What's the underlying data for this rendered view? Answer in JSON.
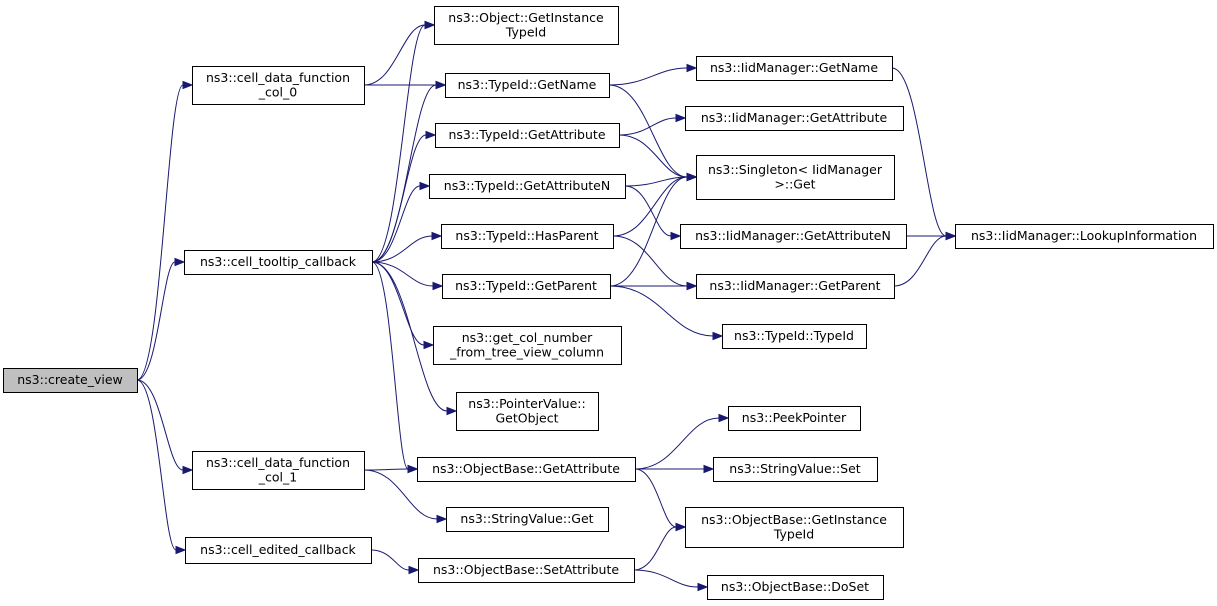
{
  "diagram": {
    "type": "call-graph",
    "edge_color": "#191970",
    "root_fill": "#bfbfbf",
    "nodes": [
      {
        "id": "create_view",
        "lines": [
          "ns3::create_view"
        ],
        "root": true
      },
      {
        "id": "col0",
        "lines": [
          "ns3::cell_data_function",
          "_col_0"
        ]
      },
      {
        "id": "tooltip",
        "lines": [
          "ns3::cell_tooltip_callback"
        ]
      },
      {
        "id": "col1",
        "lines": [
          "ns3::cell_data_function",
          "_col_1"
        ]
      },
      {
        "id": "edited",
        "lines": [
          "ns3::cell_edited_callback"
        ]
      },
      {
        "id": "obj_getinst",
        "lines": [
          "ns3::Object::GetInstance",
          "TypeId"
        ]
      },
      {
        "id": "tid_getname",
        "lines": [
          "ns3::TypeId::GetName"
        ]
      },
      {
        "id": "tid_getattr",
        "lines": [
          "ns3::TypeId::GetAttribute"
        ]
      },
      {
        "id": "tid_getattrn",
        "lines": [
          "ns3::TypeId::GetAttributeN"
        ]
      },
      {
        "id": "tid_hasparent",
        "lines": [
          "ns3::TypeId::HasParent"
        ]
      },
      {
        "id": "tid_getparent",
        "lines": [
          "ns3::TypeId::GetParent"
        ]
      },
      {
        "id": "getcolnum",
        "lines": [
          "ns3::get_col_number",
          "_from_tree_view_column"
        ]
      },
      {
        "id": "pv_getobj",
        "lines": [
          "ns3::PointerValue::",
          "GetObject"
        ]
      },
      {
        "id": "ob_getattr",
        "lines": [
          "ns3::ObjectBase::GetAttribute"
        ]
      },
      {
        "id": "sv_get",
        "lines": [
          "ns3::StringValue::Get"
        ]
      },
      {
        "id": "ob_setattr",
        "lines": [
          "ns3::ObjectBase::SetAttribute"
        ]
      },
      {
        "id": "iid_getname",
        "lines": [
          "ns3::IidManager::GetName"
        ]
      },
      {
        "id": "iid_getattr",
        "lines": [
          "ns3::IidManager::GetAttribute"
        ]
      },
      {
        "id": "singleton",
        "lines": [
          "ns3::Singleton< IidManager",
          ">::Get"
        ]
      },
      {
        "id": "iid_getattrn",
        "lines": [
          "ns3::IidManager::GetAttributeN"
        ]
      },
      {
        "id": "iid_getparent",
        "lines": [
          "ns3::IidManager::GetParent"
        ]
      },
      {
        "id": "tid_typeid",
        "lines": [
          "ns3::TypeId::TypeId"
        ]
      },
      {
        "id": "peekpointer",
        "lines": [
          "ns3::PeekPointer"
        ]
      },
      {
        "id": "sv_set",
        "lines": [
          "ns3::StringValue::Set"
        ]
      },
      {
        "id": "ob_getinst",
        "lines": [
          "ns3::ObjectBase::GetInstance",
          "TypeId"
        ]
      },
      {
        "id": "ob_doset",
        "lines": [
          "ns3::ObjectBase::DoSet"
        ]
      },
      {
        "id": "iid_lookup",
        "lines": [
          "ns3::IidManager::LookupInformation"
        ]
      }
    ],
    "edges": [
      [
        "create_view",
        "col0"
      ],
      [
        "create_view",
        "tooltip"
      ],
      [
        "create_view",
        "col1"
      ],
      [
        "create_view",
        "edited"
      ],
      [
        "col0",
        "obj_getinst"
      ],
      [
        "col0",
        "tid_getname"
      ],
      [
        "tooltip",
        "obj_getinst"
      ],
      [
        "tooltip",
        "tid_getname"
      ],
      [
        "tooltip",
        "tid_getattr"
      ],
      [
        "tooltip",
        "tid_getattrn"
      ],
      [
        "tooltip",
        "tid_hasparent"
      ],
      [
        "tooltip",
        "tid_getparent"
      ],
      [
        "tooltip",
        "getcolnum"
      ],
      [
        "tooltip",
        "pv_getobj"
      ],
      [
        "tooltip",
        "ob_getattr"
      ],
      [
        "col1",
        "ob_getattr"
      ],
      [
        "col1",
        "sv_get"
      ],
      [
        "edited",
        "ob_setattr"
      ],
      [
        "tid_getname",
        "iid_getname"
      ],
      [
        "tid_getname",
        "singleton"
      ],
      [
        "tid_getattr",
        "iid_getattr"
      ],
      [
        "tid_getattr",
        "singleton"
      ],
      [
        "tid_getattrn",
        "singleton"
      ],
      [
        "tid_getattrn",
        "iid_getattrn"
      ],
      [
        "tid_hasparent",
        "singleton"
      ],
      [
        "tid_hasparent",
        "iid_getparent"
      ],
      [
        "tid_getparent",
        "singleton"
      ],
      [
        "tid_getparent",
        "iid_getparent"
      ],
      [
        "tid_getparent",
        "tid_typeid"
      ],
      [
        "iid_getname",
        "iid_lookup"
      ],
      [
        "iid_getattrn",
        "iid_lookup"
      ],
      [
        "iid_getparent",
        "iid_lookup"
      ],
      [
        "ob_getattr",
        "peekpointer"
      ],
      [
        "ob_getattr",
        "sv_set"
      ],
      [
        "ob_getattr",
        "ob_getinst"
      ],
      [
        "ob_setattr",
        "ob_getinst"
      ],
      [
        "ob_setattr",
        "ob_doset"
      ]
    ]
  }
}
